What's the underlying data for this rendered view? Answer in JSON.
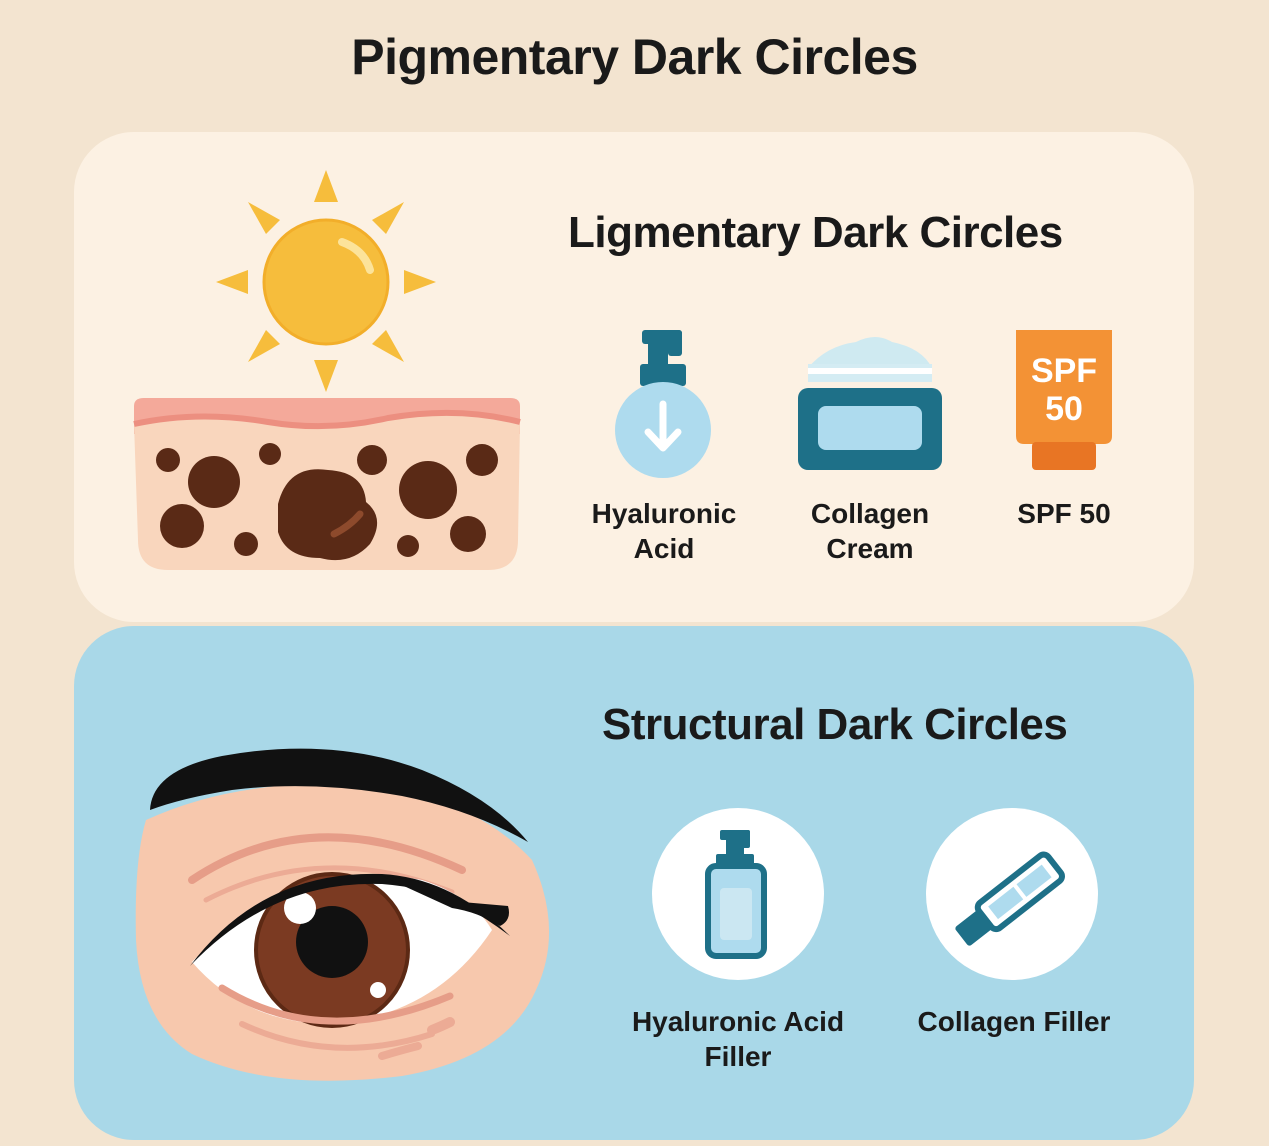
{
  "title": "Pigmentary Dark Circles",
  "sections": [
    {
      "title": "Ligmentary Dark Circles",
      "items": [
        {
          "label_line1": "Hyaluronic",
          "label_line2": "Acid",
          "icon": "serum-bottle-icon"
        },
        {
          "label_line1": "Collagen",
          "label_line2": "Cream",
          "icon": "cream-jar-icon"
        },
        {
          "label_line1": "SPF 50",
          "label_line2": "",
          "icon": "sunscreen-tube-icon",
          "tube_text_line1": "SPF",
          "tube_text_line2": "50"
        }
      ]
    },
    {
      "title": "Structural Dark Circles",
      "items": [
        {
          "label_line1": "Hyaluronic Acid",
          "label_line2": "Filler",
          "icon": "pump-bottle-icon"
        },
        {
          "label_line1": "Collagen Filler",
          "label_line2": "",
          "icon": "syringe-icon"
        }
      ]
    }
  ],
  "colors": {
    "background": "#f3e4d0",
    "top_card": "#fcf1e3",
    "bottom_card": "#a9d8e8",
    "teal": "#1e7088",
    "sun": "#f6bd3c",
    "spf_orange": "#f39235",
    "pigment": "#5a2a16",
    "skin": "#f7c8ad"
  }
}
